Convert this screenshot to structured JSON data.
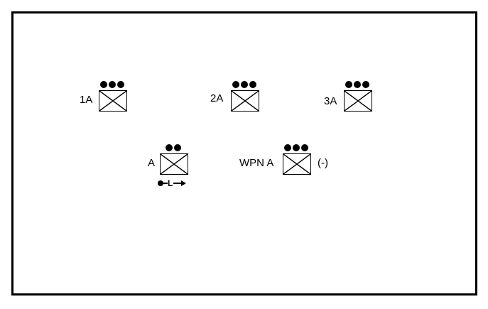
{
  "units": [
    {
      "label": "1A",
      "echelon_dots": 3
    },
    {
      "label": "2A",
      "echelon_dots": 3
    },
    {
      "label": "3A",
      "echelon_dots": 3
    },
    {
      "label": "A",
      "echelon_dots": 2,
      "leader": "L"
    },
    {
      "label": "WPN A",
      "echelon_dots": 3,
      "suffix": "(-)"
    }
  ]
}
